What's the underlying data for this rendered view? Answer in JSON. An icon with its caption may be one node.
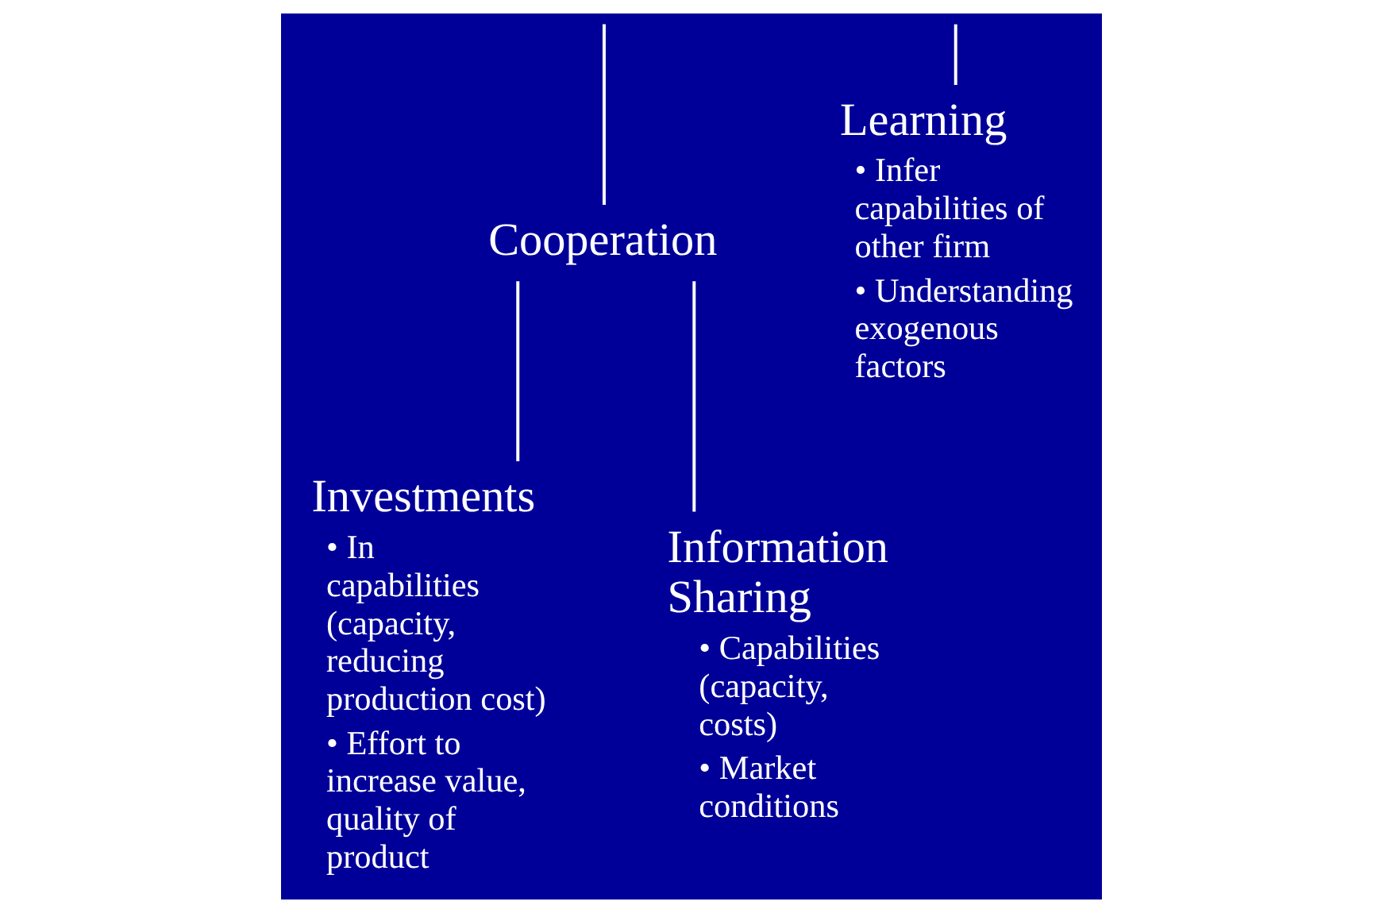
{
  "diagram": {
    "nodes": [
      {
        "text": [
          "Cooperation"
        ]
      },
      {
        "text": [
          "Investments",
          "• In capabilities (capacity, reducing production cost)",
          "• Effort to increase value, quality of product"
        ]
      },
      {
        "text": [
          "Information Sharing",
          "• Capabilities (capacity, costs)",
          "• Market conditions"
        ]
      },
      {
        "text": [
          "Learning",
          "• Infer capabilities of other firm",
          "• Understanding exogenous factors"
        ]
      }
    ],
    "edges": [
      {
        "from": null,
        "to": 0,
        "arrow": "none"
      },
      {
        "from": null,
        "to": 3,
        "arrow": "none"
      },
      {
        "from": 0,
        "to": 1,
        "arrow": "none"
      },
      {
        "from": 0,
        "to": 2,
        "arrow": "none"
      }
    ]
  }
}
